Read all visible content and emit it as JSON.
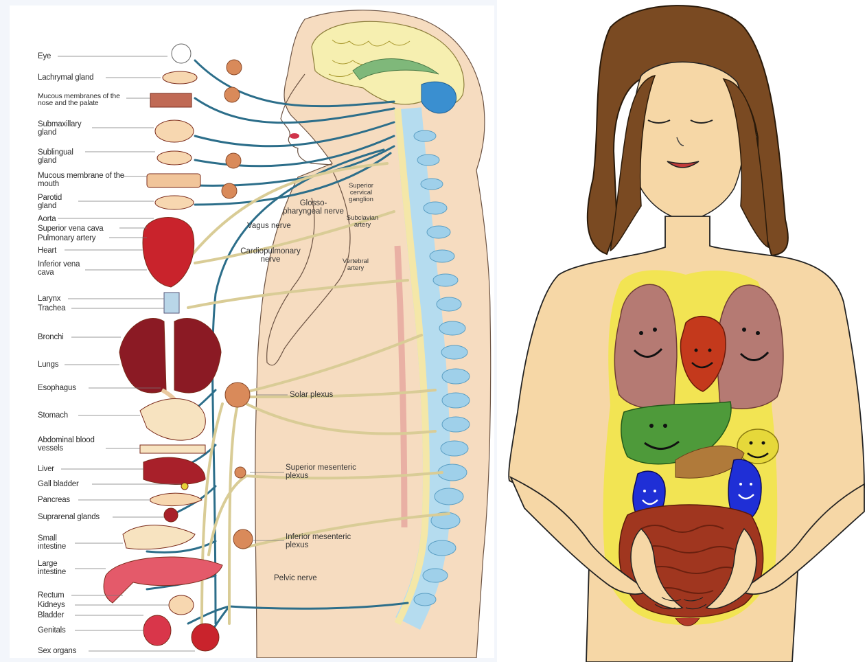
{
  "left_diagram": {
    "organ_labels": [
      "Eye",
      "Lachrymal gland",
      "Mucous membranes of the nose and the palate",
      "Submaxillary gland",
      "Sublingual gland",
      "Mucous membrane of the mouth",
      "Parotid gland",
      "Aorta",
      "Superior vena cava",
      "Pulmonary artery",
      "Heart",
      "Inferior vena cava",
      "Larynx",
      "Trachea",
      "Bronchi",
      "Lungs",
      "Esophagus",
      "Stomach",
      "Abdominal blood vessels",
      "Liver",
      "Gall bladder",
      "Pancreas",
      "Suprarenal glands",
      "Small intestine",
      "Large intestine",
      "Rectum",
      "Kidneys",
      "Bladder",
      "Genitals",
      "Sex organs"
    ],
    "nerve_labels": {
      "glossopharyngeal": "Glosso-pharyngeal nerve",
      "vagus": "Vagus nerve",
      "cardiopulmonary": "Cardiopulmonary nerve",
      "superior_cervical": "Superior cervical ganglion",
      "subclavian": "Subclavian artery",
      "vertebral": "Vertebral artery",
      "solar_plexus": "Solar plexus",
      "superior_mesenteric": "Superior mesenteric plexus",
      "inferior_mesenteric": "Inferior mesenteric plexus",
      "pelvic": "Pelvic nerve"
    },
    "colors": {
      "parasympathetic_nerve": "#2c6e8a",
      "sympathetic_nerve": "#d9cc96",
      "ganglion": "#d98a5a",
      "spine": "#9fd0ea",
      "skin": "#f6dcc0"
    }
  },
  "right_figure": {
    "colors": {
      "skin": "#f6d7a6",
      "hair": "#7a4a22",
      "lungs": "#b57a73",
      "heart": "#c4391c",
      "liver": "#4e9a3a",
      "kidneys": "#1f2fd6",
      "gallbladder": "#e6d83a",
      "intestines": "#a0361f",
      "glow": "#f2e64a"
    }
  }
}
